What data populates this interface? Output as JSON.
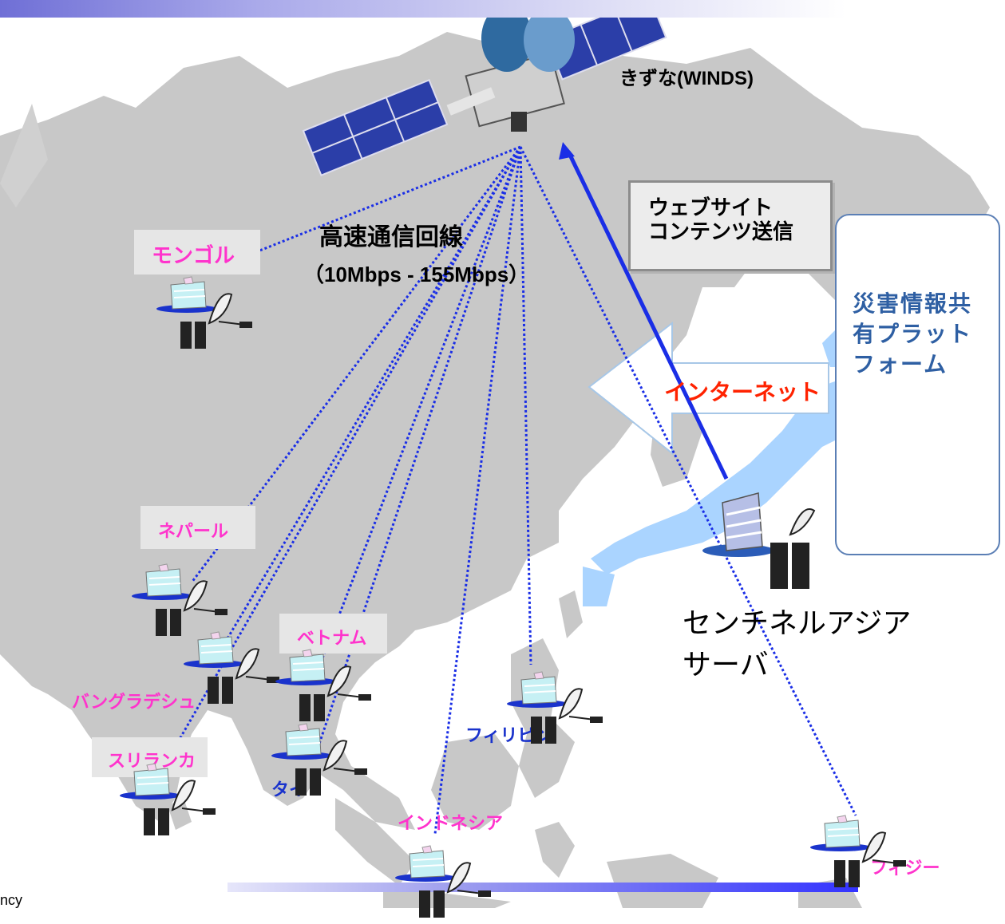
{
  "satellite": {
    "label": "きずな(WINDS)"
  },
  "link": {
    "title": "高速通信回線",
    "speed": "（10Mbps - 155Mbps）"
  },
  "content_box": {
    "text": "ウェブサイト\nコンテンツ送信"
  },
  "internet": {
    "label": "インターネット"
  },
  "platform": {
    "title": "災害情報共\n有プラットフォーム"
  },
  "server": {
    "label_line1": "センチネルアジア",
    "label_line2": "サーバ"
  },
  "countries": {
    "mongolia": "モンゴル",
    "nepal": "ネパール",
    "bangladesh": "バングラデシュ",
    "vietnam": "ベトナム",
    "srilanka": "スリランカ",
    "thailand": "タイ",
    "philippines": "フィリピン",
    "indonesia": "インドネシア",
    "fiji": "フィジー"
  },
  "footer": {
    "fragment": "ncy"
  },
  "colors": {
    "pink": "#ff33cc",
    "blue": "#1a33cc",
    "red": "#ff2200",
    "land": "#c8c8c8",
    "japan": "#aad4ff"
  }
}
